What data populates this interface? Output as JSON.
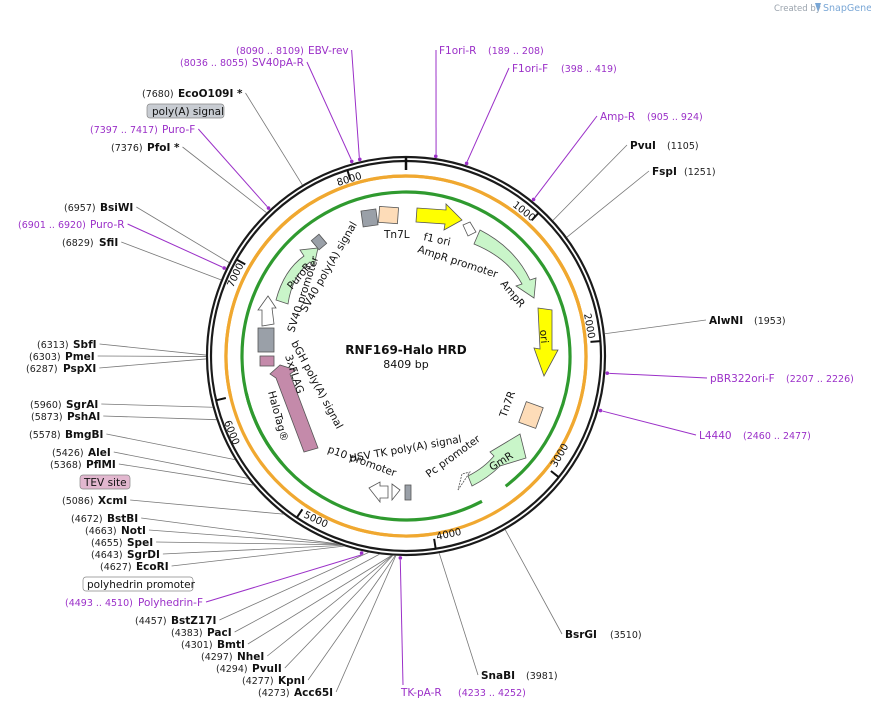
{
  "credit": {
    "created_by": "Created by",
    "brand": "SnapGene"
  },
  "title": "RNF169-Halo HRD",
  "length": "8409 bp",
  "ticks": [
    {
      "label": "1000",
      "bp": 1000
    },
    {
      "label": "2000",
      "bp": 2000
    },
    {
      "label": "3000",
      "bp": 3000
    },
    {
      "label": "4000",
      "bp": 4000
    },
    {
      "label": "5000",
      "bp": 5000
    },
    {
      "label": "6000",
      "bp": 6000
    },
    {
      "label": "7000",
      "bp": 7000
    },
    {
      "label": "8000",
      "bp": 8000
    }
  ],
  "sites_right": [
    {
      "name": "PvuI",
      "coord": "(1105)",
      "bp": 1105
    },
    {
      "name": "FspI",
      "coord": "(1251)",
      "bp": 1251
    },
    {
      "name": "AlwNI",
      "coord": "(1953)",
      "bp": 1953
    },
    {
      "name": "BsrGI",
      "coord": "(3510)",
      "bp": 3510
    },
    {
      "name": "SnaBI",
      "coord": "(3981)",
      "bp": 3981
    }
  ],
  "sites_left": [
    {
      "name": "EcoO109I *",
      "coord": "(7680)",
      "bp": 7680
    },
    {
      "name": "PfoI *",
      "coord": "(7376)",
      "bp": 7376
    },
    {
      "name": "BsiWI",
      "coord": "(6957)",
      "bp": 6957
    },
    {
      "name": "SfiI",
      "coord": "(6829)",
      "bp": 6829
    },
    {
      "name": "SbfI",
      "coord": "(6313)",
      "bp": 6313
    },
    {
      "name": "PmeI",
      "coord": "(6303)",
      "bp": 6303
    },
    {
      "name": "PspXI",
      "coord": "(6287)",
      "bp": 6287
    },
    {
      "name": "SgrAI",
      "coord": "(5960)",
      "bp": 5960
    },
    {
      "name": "PshAI",
      "coord": "(5873)",
      "bp": 5873
    },
    {
      "name": "BmgBI",
      "coord": "(5578)",
      "bp": 5578
    },
    {
      "name": "AleI",
      "coord": "(5426)",
      "bp": 5426
    },
    {
      "name": "PflMI",
      "coord": "(5368)",
      "bp": 5368
    },
    {
      "name": "XcmI",
      "coord": "(5086)",
      "bp": 5086
    },
    {
      "name": "BstBI",
      "coord": "(4672)",
      "bp": 4672
    },
    {
      "name": "NotI",
      "coord": "(4663)",
      "bp": 4663
    },
    {
      "name": "SpeI",
      "coord": "(4655)",
      "bp": 4655
    },
    {
      "name": "SgrDI",
      "coord": "(4643)",
      "bp": 4643
    },
    {
      "name": "EcoRI",
      "coord": "(4627)",
      "bp": 4627
    },
    {
      "name": "BstZ17I",
      "coord": "(4457)",
      "bp": 4457
    },
    {
      "name": "PacI",
      "coord": "(4383)",
      "bp": 4383
    },
    {
      "name": "BmtI",
      "coord": "(4301)",
      "bp": 4301
    },
    {
      "name": "NheI",
      "coord": "(4297)",
      "bp": 4297
    },
    {
      "name": "PvuII",
      "coord": "(4294)",
      "bp": 4294
    },
    {
      "name": "KpnI",
      "coord": "(4277)",
      "bp": 4277
    },
    {
      "name": "Acc65I",
      "coord": "(4273)",
      "bp": 4273
    }
  ],
  "primers": [
    {
      "name": "EBV-rev",
      "coord": "(8090 .. 8109)",
      "bp": 8100
    },
    {
      "name": "SV40pA-R",
      "coord": "(8036 .. 8055)",
      "bp": 8045
    },
    {
      "name": "F1ori-R",
      "coord": "(189 .. 208)",
      "bp": 198
    },
    {
      "name": "F1ori-F",
      "coord": "(398 .. 419)",
      "bp": 408
    },
    {
      "name": "Amp-R",
      "coord": "(905 .. 924)",
      "bp": 915
    },
    {
      "name": "pBR322ori-F",
      "coord": "(2207 .. 2226)",
      "bp": 2216
    },
    {
      "name": "L4440",
      "coord": "(2460 .. 2477)",
      "bp": 2468
    },
    {
      "name": "TK-pA-R",
      "coord": "(4233 .. 4252)",
      "bp": 4242
    },
    {
      "name": "Polyhedrin-F",
      "coord": "(4493 .. 4510)",
      "bp": 4501
    },
    {
      "name": "Puro-F",
      "coord": "(7397 .. 7417)",
      "bp": 7407
    },
    {
      "name": "Puro-R",
      "coord": "(6901 .. 6920)",
      "bp": 6910
    }
  ],
  "feature_boxes": [
    {
      "name": "poly(A) signal",
      "fill": "#c8ccd2"
    },
    {
      "name": "TEV site",
      "fill": "#e2b7cf"
    },
    {
      "name": "polyhedrin promoter",
      "fill": "#ffffff"
    }
  ],
  "feature_labels": [
    "Tn7L",
    "f1 ori",
    "AmpR promoter",
    "AmpR",
    "ori",
    "Tn7R",
    "GmR",
    "Pc promoter",
    "HSV TK poly(A) signal",
    "p10 promoter",
    "bGH poly(A) signal",
    "3xFLAG",
    "HaloTag®",
    "SV40 promoter",
    "SV40 poly(A) signal",
    "PuroR"
  ],
  "colors": {
    "backbone": "#1a1a1a",
    "resistance": "#c9f5c9",
    "origin": "#ffff00",
    "tag": "#c48aaa",
    "promoter": "#ffffff",
    "terminator": "#9aa0a8",
    "tn7": "#fddcb8",
    "primer": "#9b30c8",
    "orf_orange": "#f0a830",
    "orf_green": "#2f9a2f"
  }
}
